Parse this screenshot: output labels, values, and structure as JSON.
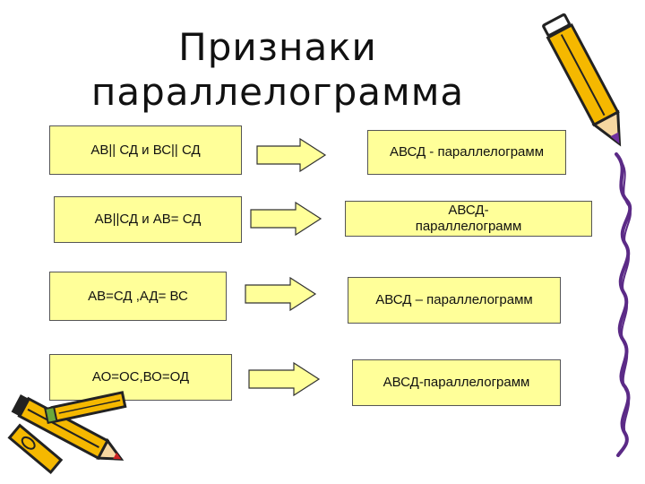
{
  "title": {
    "line1": "Признаки",
    "line2": "параллелограмма"
  },
  "rows": [
    {
      "condition": "АВ|| СД  и ВС|| СД",
      "result": "АВСД - параллелограмм"
    },
    {
      "condition": "АВ||СД  и АВ= СД",
      "result": "АВСД-параллелограмм"
    },
    {
      "condition": "АВ=СД ,АД= ВС",
      "result": "АВСД – параллелограмм"
    },
    {
      "condition": "АО=ОС,ВО=ОД",
      "result": "АВСД-параллелограмм"
    }
  ],
  "colors": {
    "box_fill": "#ffff99",
    "arrow_fill": "#ffff99",
    "pencil_yellow": "#f5b800",
    "pencil_purple": "#7030a0",
    "scribble": "#5b2a86"
  },
  "icons": [
    "pencil-icon",
    "pencils-icon",
    "scribble-line"
  ]
}
